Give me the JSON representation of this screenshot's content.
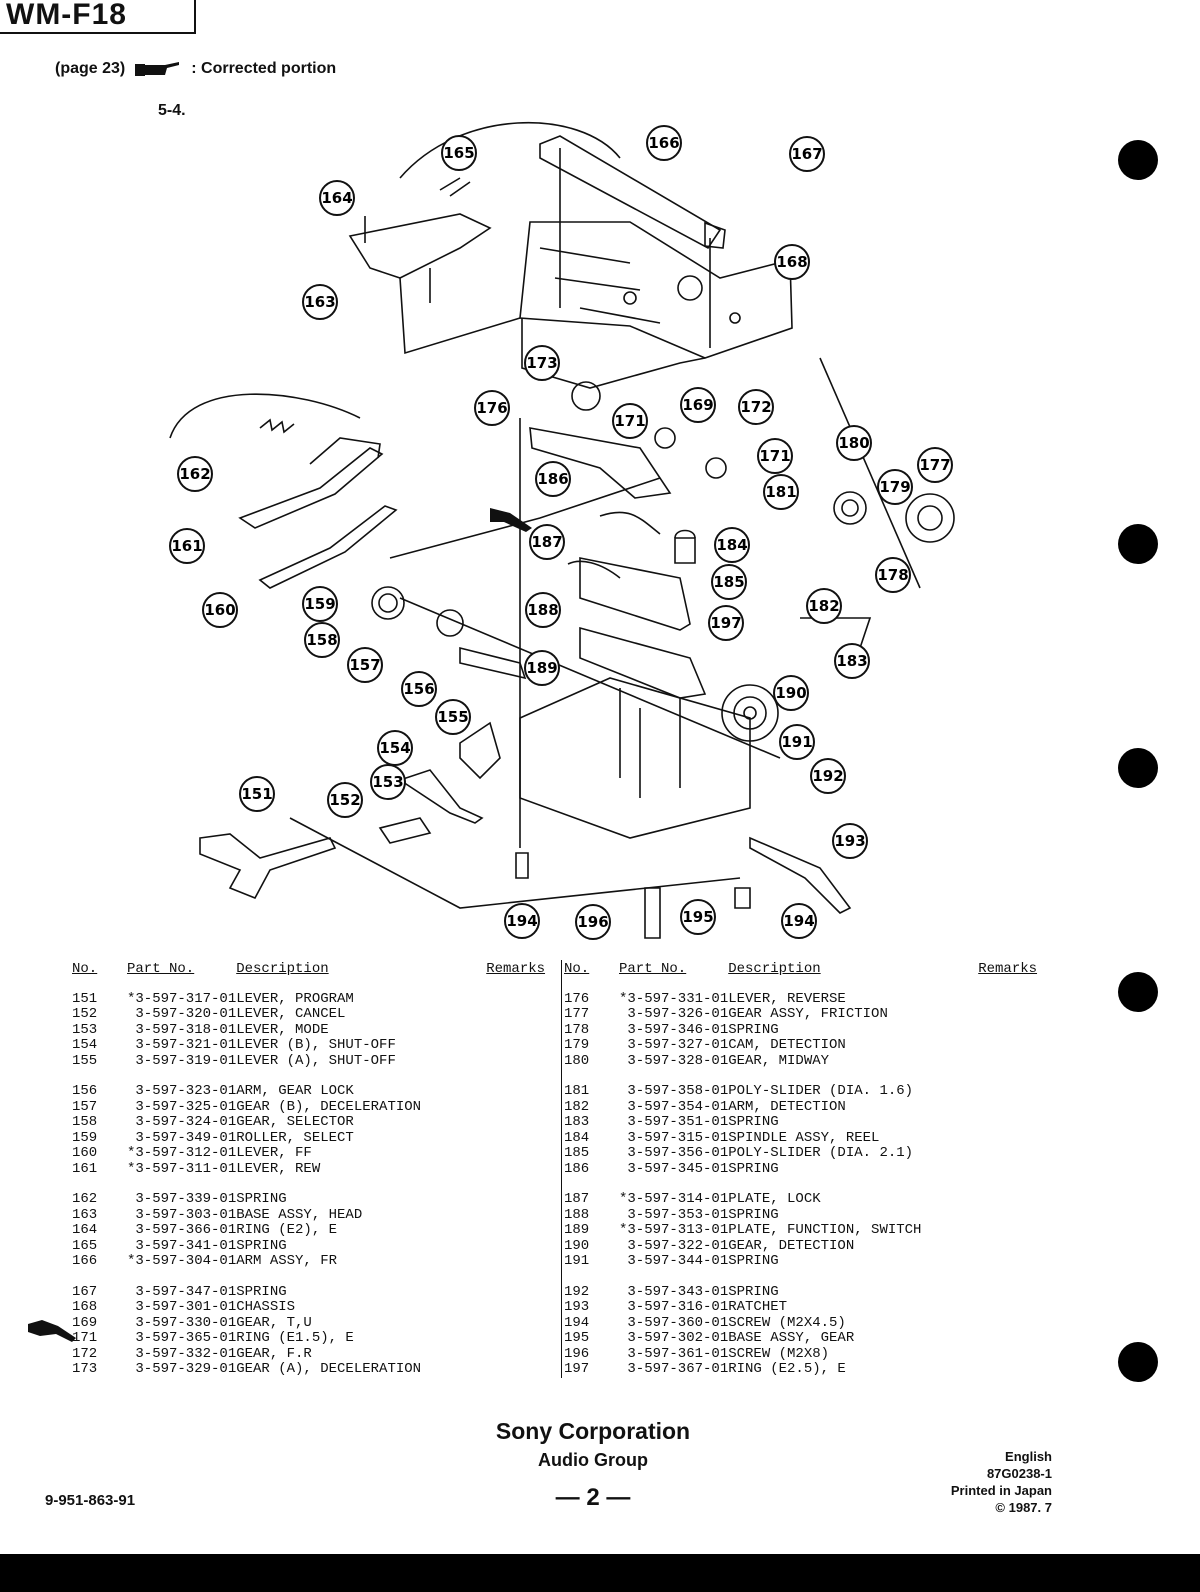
{
  "header": {
    "model": "WM-F18",
    "page_ref": "(page 23)",
    "corrected_label": ": Corrected portion",
    "section": "5-4."
  },
  "diagram": {
    "callouts": [
      "151",
      "152",
      "153",
      "154",
      "155",
      "156",
      "157",
      "158",
      "159",
      "160",
      "161",
      "162",
      "163",
      "164",
      "165",
      "166",
      "167",
      "168",
      "169",
      "171",
      "172",
      "173",
      "176",
      "177",
      "178",
      "179",
      "180",
      "181",
      "182",
      "183",
      "184",
      "185",
      "186",
      "187",
      "188",
      "189",
      "190",
      "191",
      "192",
      "193",
      "194",
      "195",
      "196",
      "197"
    ]
  },
  "table": {
    "headers": {
      "no": "No.",
      "part": "Part No.",
      "desc": "Description",
      "remarks": "Remarks"
    },
    "left": [
      {
        "no": "151",
        "part": "*3-597-317-01",
        "desc": "LEVER, PROGRAM"
      },
      {
        "no": "152",
        "part": " 3-597-320-01",
        "desc": "LEVER, CANCEL"
      },
      {
        "no": "153",
        "part": " 3-597-318-01",
        "desc": "LEVER, MODE"
      },
      {
        "no": "154",
        "part": " 3-597-321-01",
        "desc": "LEVER (B), SHUT-OFF"
      },
      {
        "no": "155",
        "part": " 3-597-319-01",
        "desc": "LEVER (A), SHUT-OFF"
      },
      {
        "no": "156",
        "part": " 3-597-323-01",
        "desc": "ARM, GEAR LOCK"
      },
      {
        "no": "157",
        "part": " 3-597-325-01",
        "desc": "GEAR (B), DECELERATION"
      },
      {
        "no": "158",
        "part": " 3-597-324-01",
        "desc": "GEAR, SELECTOR"
      },
      {
        "no": "159",
        "part": " 3-597-349-01",
        "desc": "ROLLER, SELECT"
      },
      {
        "no": "160",
        "part": "*3-597-312-01",
        "desc": "LEVER, FF"
      },
      {
        "no": "161",
        "part": "*3-597-311-01",
        "desc": "LEVER, REW"
      },
      {
        "no": "162",
        "part": " 3-597-339-01",
        "desc": "SPRING"
      },
      {
        "no": "163",
        "part": " 3-597-303-01",
        "desc": "BASE ASSY, HEAD"
      },
      {
        "no": "164",
        "part": " 3-597-366-01",
        "desc": "RING (E2), E"
      },
      {
        "no": "165",
        "part": " 3-597-341-01",
        "desc": "SPRING"
      },
      {
        "no": "166",
        "part": "*3-597-304-01",
        "desc": "ARM ASSY, FR"
      },
      {
        "no": "167",
        "part": " 3-597-347-01",
        "desc": "SPRING"
      },
      {
        "no": "168",
        "part": " 3-597-301-01",
        "desc": "CHASSIS"
      },
      {
        "no": "169",
        "part": " 3-597-330-01",
        "desc": "GEAR, T,U"
      },
      {
        "no": "171",
        "part": " 3-597-365-01",
        "desc": "RING (E1.5), E"
      },
      {
        "no": "172",
        "part": " 3-597-332-01",
        "desc": "GEAR, F.R"
      },
      {
        "no": "173",
        "part": " 3-597-329-01",
        "desc": "GEAR (A), DECELERATION"
      }
    ],
    "right": [
      {
        "no": "176",
        "part": "*3-597-331-01",
        "desc": "LEVER, REVERSE"
      },
      {
        "no": "177",
        "part": " 3-597-326-01",
        "desc": "GEAR ASSY, FRICTION"
      },
      {
        "no": "178",
        "part": " 3-597-346-01",
        "desc": "SPRING"
      },
      {
        "no": "179",
        "part": " 3-597-327-01",
        "desc": "CAM, DETECTION"
      },
      {
        "no": "180",
        "part": " 3-597-328-01",
        "desc": "GEAR, MIDWAY"
      },
      {
        "no": "181",
        "part": " 3-597-358-01",
        "desc": "POLY-SLIDER (DIA. 1.6)"
      },
      {
        "no": "182",
        "part": " 3-597-354-01",
        "desc": "ARM, DETECTION"
      },
      {
        "no": "183",
        "part": " 3-597-351-01",
        "desc": "SPRING"
      },
      {
        "no": "184",
        "part": " 3-597-315-01",
        "desc": "SPINDLE ASSY, REEL"
      },
      {
        "no": "185",
        "part": " 3-597-356-01",
        "desc": "POLY-SLIDER (DIA. 2.1)"
      },
      {
        "no": "186",
        "part": " 3-597-345-01",
        "desc": "SPRING"
      },
      {
        "no": "187",
        "part": "*3-597-314-01",
        "desc": "PLATE, LOCK"
      },
      {
        "no": "188",
        "part": " 3-597-353-01",
        "desc": "SPRING"
      },
      {
        "no": "189",
        "part": "*3-597-313-01",
        "desc": "PLATE, FUNCTION, SWITCH"
      },
      {
        "no": "190",
        "part": " 3-597-322-01",
        "desc": "GEAR, DETECTION"
      },
      {
        "no": "191",
        "part": " 3-597-344-01",
        "desc": "SPRING"
      },
      {
        "no": "192",
        "part": " 3-597-343-01",
        "desc": "SPRING"
      },
      {
        "no": "193",
        "part": " 3-597-316-01",
        "desc": "RATCHET"
      },
      {
        "no": "194",
        "part": " 3-597-360-01",
        "desc": "SCREW (M2X4.5)"
      },
      {
        "no": "195",
        "part": " 3-597-302-01",
        "desc": "BASE ASSY, GEAR"
      },
      {
        "no": "196",
        "part": " 3-597-361-01",
        "desc": "SCREW (M2X8)"
      },
      {
        "no": "197",
        "part": " 3-597-367-01",
        "desc": "RING (E2.5), E"
      }
    ]
  },
  "footer": {
    "company": "Sony Corporation",
    "group": "Audio Group",
    "page": "— 2 —",
    "doc_number": "9-951-863-91",
    "language": "English",
    "code": "87G0238-1",
    "printed": "Printed in Japan",
    "copyright": "© 1987. 7"
  }
}
